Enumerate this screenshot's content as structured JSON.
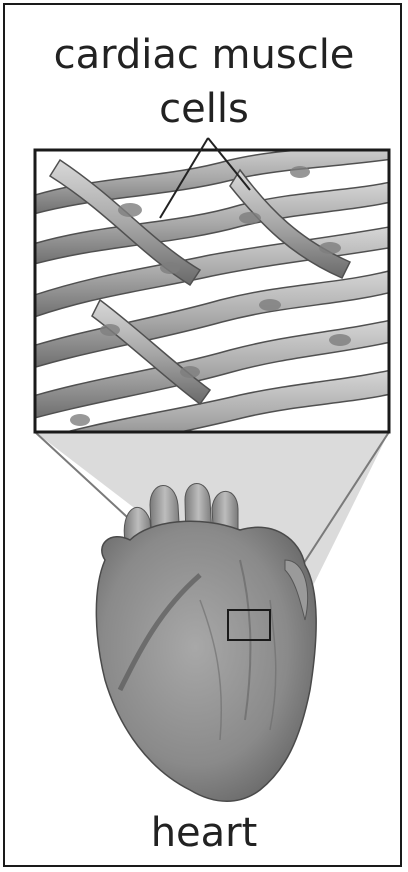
{
  "labels": {
    "top_line1": "cardiac muscle",
    "top_line2": "cells",
    "bottom": "heart"
  },
  "colors": {
    "frame": "#1a1a1a",
    "cell_light": "#b4b4b4",
    "cell_dark": "#6e6e6e",
    "heart": "#8a8a8a",
    "funnel": "#b0b0b0"
  }
}
